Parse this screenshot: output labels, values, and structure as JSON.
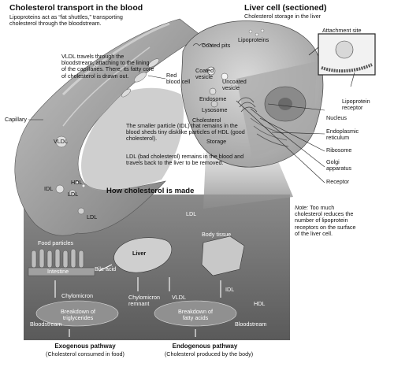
{
  "colors": {
    "panel": "#6f6f6f",
    "cell": "#bdbdbd",
    "vessel": "#8e8e8e",
    "ink": "#111111"
  },
  "blood": {
    "title": "Cholesterol transport in the blood",
    "intro": "Lipoproteins act as “fat shuttles,” transporting cholesterol through the bloodstream.",
    "vldl_note": "VLDL travels through the bloodstream, attaching to the lining of the capillaries. There, its fatty core of cholesterol is drawn out.",
    "red_cell_label": "Red blood cell",
    "capillary_label": "Capillary",
    "idl_note": "The smaller particle (IDL) that remains in the blood sheds tiny disklike particles of HDL (good cholesterol).",
    "ldl_note": "LDL (bad cholesterol) remains in the blood and travels back to the liver to be removed.",
    "vldl_label": "VLDL",
    "idl_label": "IDL",
    "hdl_label": "HDL",
    "ldl_label": "LDL"
  },
  "liver_cell": {
    "title": "Liver cell (sectioned)",
    "subtitle": "Cholesterol storage in the liver",
    "labels": {
      "coated_pits": "Coated pits",
      "lipoproteins": "Lipoproteins",
      "coated_vesicle": "Coated vesicle",
      "uncoated_vesicle": "Uncoated vesicle",
      "endosome": "Endosome",
      "lysosome": "Lysosome",
      "cholesterol": "Cholesterol",
      "storage": "Storage",
      "attachment_site": "Attachment site",
      "lipoprotein_receptor": "Lipoprotein receptor",
      "nucleus": "Nucleus",
      "er": "Endoplasmic reticulum",
      "ribosome": "Ribosome",
      "golgi": "Golgi apparatus",
      "receptor": "Receptor"
    },
    "note_label": "Note:",
    "note_text": "Too much cholesterol reduces the number of lipoprotein receptors on the surface of the liver cell."
  },
  "made": {
    "title": "How cholesterol is made",
    "labels": {
      "ldl": "LDL",
      "food_particles": "Food particles",
      "intestine": "Intestine",
      "bile_acid": "Bile acid",
      "liver": "Liver",
      "body_tissue": "Body tissue",
      "chylomicron": "Chylomicron",
      "chylomicron_remnant": "Chylomicron remnant",
      "vldl": "VLDL",
      "idl": "IDL",
      "hdl": "HDL",
      "breakdown_left": "Breakdown of triglycerides",
      "breakdown_right": "Breakdown of fatty acids",
      "bloodstream_left": "Bloodstream",
      "bloodstream_right": "Bloodstream"
    },
    "exogenous_title": "Exogenous pathway",
    "exogenous_sub": "(Cholesterol consumed in food)",
    "endogenous_title": "Endogenous pathway",
    "endogenous_sub": "(Cholesterol produced by the body)"
  }
}
